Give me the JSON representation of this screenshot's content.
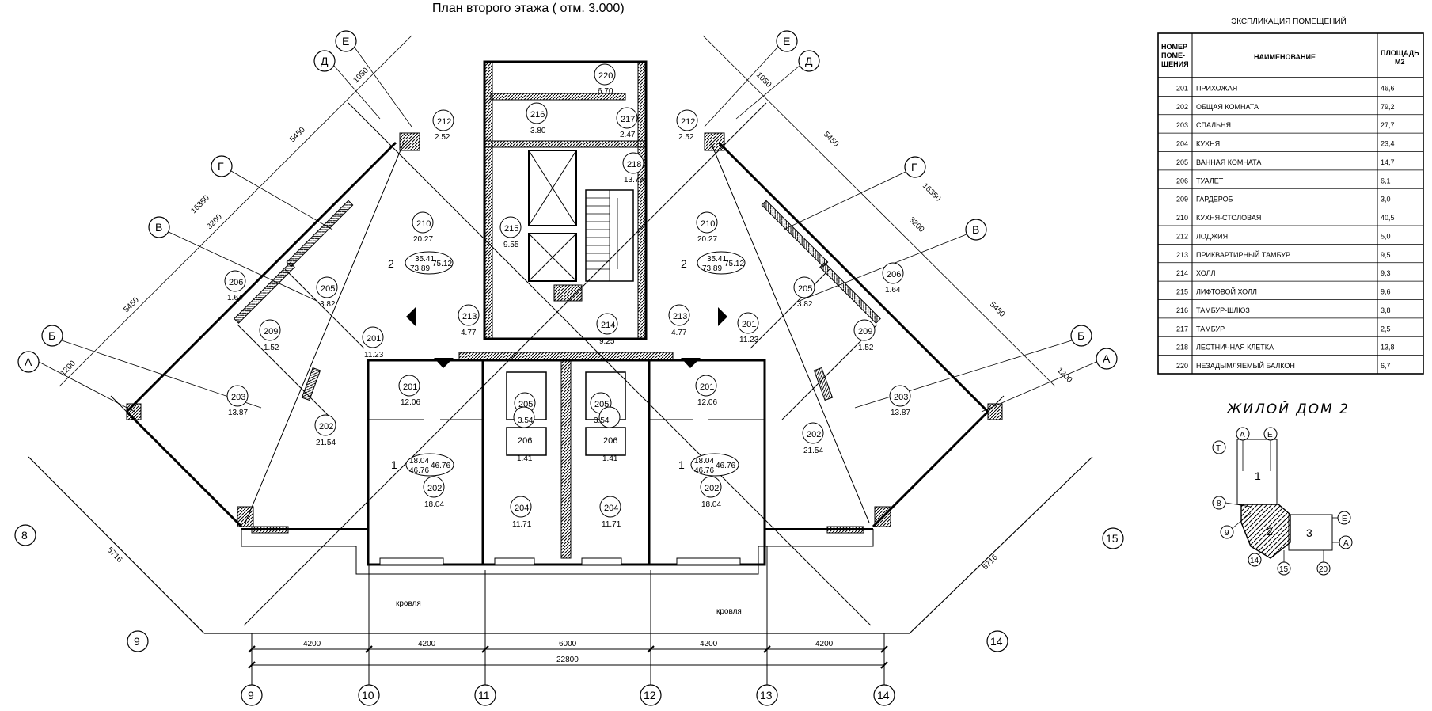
{
  "title": "План второго этажа   ( отм. 3.000)",
  "axes": {
    "bottom": [
      "9",
      "10",
      "11",
      "12",
      "13",
      "14"
    ],
    "left_end": "8",
    "right_end": "15",
    "diag_left_low": "9",
    "diag_right_low": "14",
    "letters": [
      "А",
      "Б",
      "В",
      "Г",
      "Д",
      "Е"
    ]
  },
  "dimensions": {
    "bottom_spans": [
      "4200",
      "4200",
      "6000",
      "4200",
      "4200"
    ],
    "bottom_total": "22800",
    "wing_total": "16350",
    "wing_a": "1200",
    "wing_b": "5450",
    "wing_c": "3200",
    "wing_d": "5450",
    "wing_e": "1050",
    "wing_side": "5716"
  },
  "rooms": {
    "r220": {
      "num": "220",
      "area": "6.70"
    },
    "r216": {
      "num": "216",
      "area": "3.80"
    },
    "r217": {
      "num": "217",
      "area": "2.47"
    },
    "r218": {
      "num": "218",
      "area": "13.79"
    },
    "r215": {
      "num": "215",
      "area": "9.55"
    },
    "r214": {
      "num": "214",
      "area": "9.25"
    },
    "r212l": {
      "num": "212",
      "area": "2.52"
    },
    "r212r": {
      "num": "212",
      "area": "2.52"
    },
    "r210l": {
      "num": "210",
      "area": "20.27"
    },
    "r210r": {
      "num": "210",
      "area": "20.27"
    },
    "r213l": {
      "num": "213",
      "area": "4.77"
    },
    "r213r": {
      "num": "213",
      "area": "4.77"
    },
    "r201wl": {
      "num": "201",
      "area": "11.23"
    },
    "r201wr": {
      "num": "201",
      "area": "11.23"
    },
    "r201cl": {
      "num": "201",
      "area": "12.06"
    },
    "r201cr": {
      "num": "201",
      "area": "12.06"
    },
    "r205wl": {
      "num": "205",
      "area": "3.82"
    },
    "r205wr": {
      "num": "205",
      "area": "3.82"
    },
    "r205cl": {
      "num": "205",
      "area": "3.54"
    },
    "r205cr": {
      "num": "205",
      "area": "3.54"
    },
    "r206wl": {
      "num": "206",
      "area": "1.64"
    },
    "r206wr": {
      "num": "206",
      "area": "1.64"
    },
    "r206cl": {
      "num": "206",
      "area": "1.41"
    },
    "r206cr": {
      "num": "206",
      "area": "1.41"
    },
    "r209l": {
      "num": "209",
      "area": "1.52"
    },
    "r209r": {
      "num": "209",
      "area": "1.52"
    },
    "r203l": {
      "num": "203",
      "area": "13.87"
    },
    "r203r": {
      "num": "203",
      "area": "13.87"
    },
    "r202wl": {
      "num": "202",
      "area": "21.54"
    },
    "r202wr": {
      "num": "202",
      "area": "21.54"
    },
    "r202cl": {
      "num": "202",
      "area": "18.04"
    },
    "r202cr": {
      "num": "202",
      "area": "18.04"
    },
    "r204l": {
      "num": "204",
      "area": "11.71"
    },
    "r204r": {
      "num": "204",
      "area": "11.71"
    }
  },
  "apartments": {
    "a2l": {
      "num": "2",
      "top": "35.41",
      "bottom": "73.89",
      "total": "75.12"
    },
    "a2r": {
      "num": "2",
      "top": "35.41",
      "bottom": "73.89",
      "total": "75.12"
    },
    "a1l": {
      "num": "1",
      "top": "18.04",
      "bottom": "46.76",
      "total": "46.76"
    },
    "a1r": {
      "num": "1",
      "top": "18.04",
      "bottom": "46.76",
      "total": "46.76"
    }
  },
  "roof_label": "кровля",
  "table": {
    "title": "ЭКСПЛИКАЦИЯ ПОМЕЩЕНИЙ",
    "head_num_1": "НОМЕР",
    "head_num_2": "ПОМЕ-",
    "head_num_3": "ЩЕНИЯ",
    "head_name": "НАИМЕНОВАНИЕ",
    "head_area_1": "ПЛОЩАДЬ",
    "head_area_2": "М2",
    "rows": [
      {
        "num": "201",
        "name": "ПРИХОЖАЯ",
        "area": "46,6"
      },
      {
        "num": "202",
        "name": "ОБЩАЯ КОМНАТА",
        "area": "79,2"
      },
      {
        "num": "203",
        "name": "СПАЛЬНЯ",
        "area": "27,7"
      },
      {
        "num": "204",
        "name": "КУХНЯ",
        "area": "23,4"
      },
      {
        "num": "205",
        "name": "ВАННАЯ КОМНАТА",
        "area": "14,7"
      },
      {
        "num": "206",
        "name": "ТУАЛЕТ",
        "area": "6,1"
      },
      {
        "num": "209",
        "name": "ГАРДЕРОБ",
        "area": "3,0"
      },
      {
        "num": "210",
        "name": "КУХНЯ-СТОЛОВАЯ",
        "area": "40,5"
      },
      {
        "num": "212",
        "name": "ЛОДЖИЯ",
        "area": "5,0"
      },
      {
        "num": "213",
        "name": "ПРИКВАРТИРНЫЙ ТАМБУР",
        "area": "9,5"
      },
      {
        "num": "214",
        "name": "ХОЛЛ",
        "area": "9,3"
      },
      {
        "num": "215",
        "name": "ЛИФТОВОЙ ХОЛЛ",
        "area": "9,6"
      },
      {
        "num": "216",
        "name": "ТАМБУР-ШЛЮЗ",
        "area": "3,8"
      },
      {
        "num": "217",
        "name": "ТАМБУР",
        "area": "2,5"
      },
      {
        "num": "218",
        "name": "ЛЕСТНИЧНАЯ КЛЕТКА",
        "area": "13,8"
      },
      {
        "num": "220",
        "name": "НЕЗАДЫМЛЯЕМЫЙ БАЛКОН",
        "area": "6,7"
      }
    ]
  },
  "scheme": {
    "title": "ЖИЛОЙ ДОМ 2",
    "sec1": "1",
    "sec2": "2",
    "sec3": "3",
    "ax_t1": "Т",
    "ax_t2": "А",
    "ax_t3": "Е",
    "ax_8": "8",
    "ax_9": "9",
    "ax_14": "14",
    "ax_15": "15",
    "ax_20": "20",
    "ax_e": "Е",
    "ax_a": "А"
  }
}
